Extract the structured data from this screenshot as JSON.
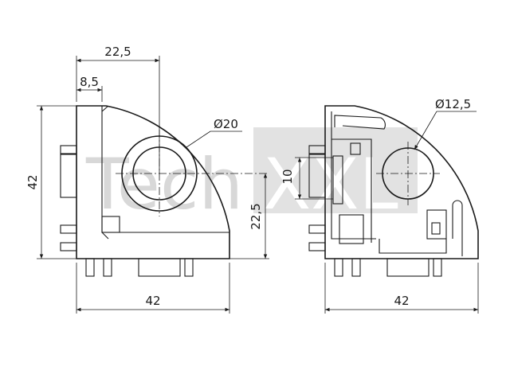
{
  "watermark": {
    "text_left": "Tech",
    "text_right": "XXL"
  },
  "left_view": {
    "dim_top_width": "22,5",
    "dim_top_small": "8,5",
    "dim_hole": "Ø20",
    "dim_height": "42",
    "dim_hole_height": "22,5",
    "dim_bottom_width": "42"
  },
  "right_view": {
    "dim_hole": "Ø12,5",
    "dim_slot": "10",
    "dim_bottom_width": "42"
  }
}
